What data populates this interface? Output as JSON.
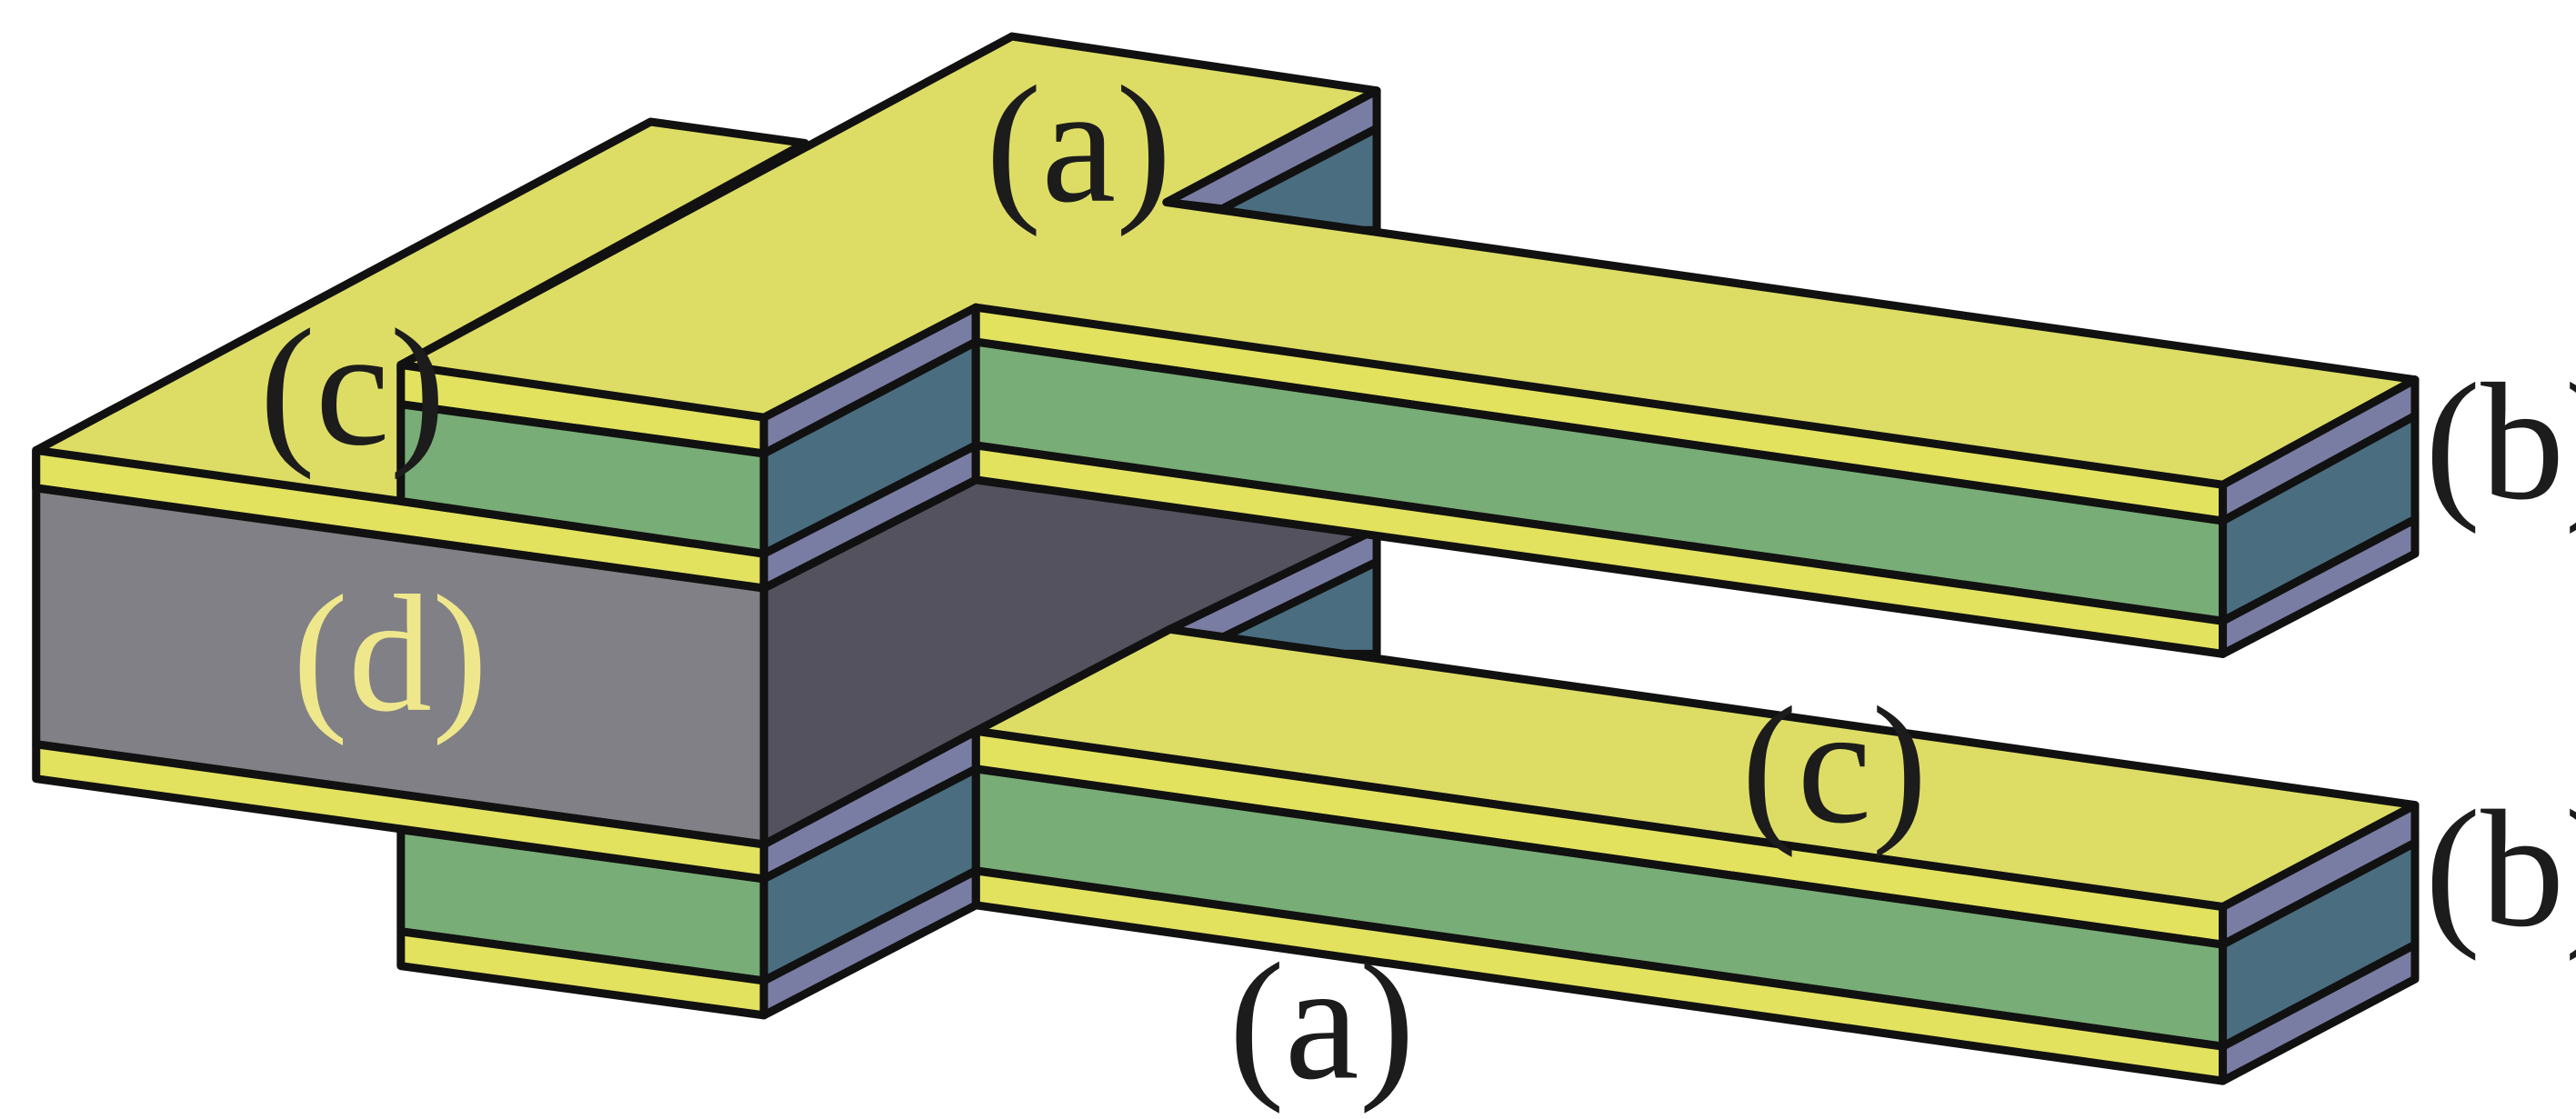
{
  "labels": {
    "top_a": "(a)",
    "bottom_a": "(a)",
    "upper_b": "(b)",
    "lower_b": "(b)",
    "left_c": "(c)",
    "lower_c": "(c)",
    "d": "(d)"
  },
  "colors": {
    "copper": "#dddd66",
    "copper_side": "#e3e25f",
    "conductor_side": "#7a7da3",
    "dielectric_front": "#79ad77",
    "dielectric_side": "#4a6e80",
    "block_front": "#808086",
    "block_side": "#54525f",
    "text": "#1c1c1c",
    "text_d": "#efe78c"
  }
}
